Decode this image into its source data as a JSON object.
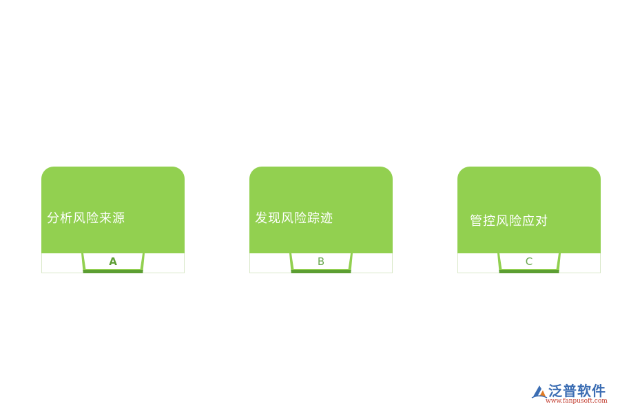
{
  "cards": [
    {
      "title": "分析风险来源",
      "letter": "A"
    },
    {
      "title": "发现风险踪迹",
      "letter": "B"
    },
    {
      "title": "管控风险应对",
      "letter": "C"
    }
  ],
  "logo": {
    "name": "泛普软件",
    "url": "www.fanpusoft.com"
  },
  "colors": {
    "card_green": "#92d050",
    "tab_base_green": "#5c9e33",
    "letter_green": "#6aa84f",
    "logo_blue": "#3b6db3",
    "logo_red": "#c0392b"
  }
}
